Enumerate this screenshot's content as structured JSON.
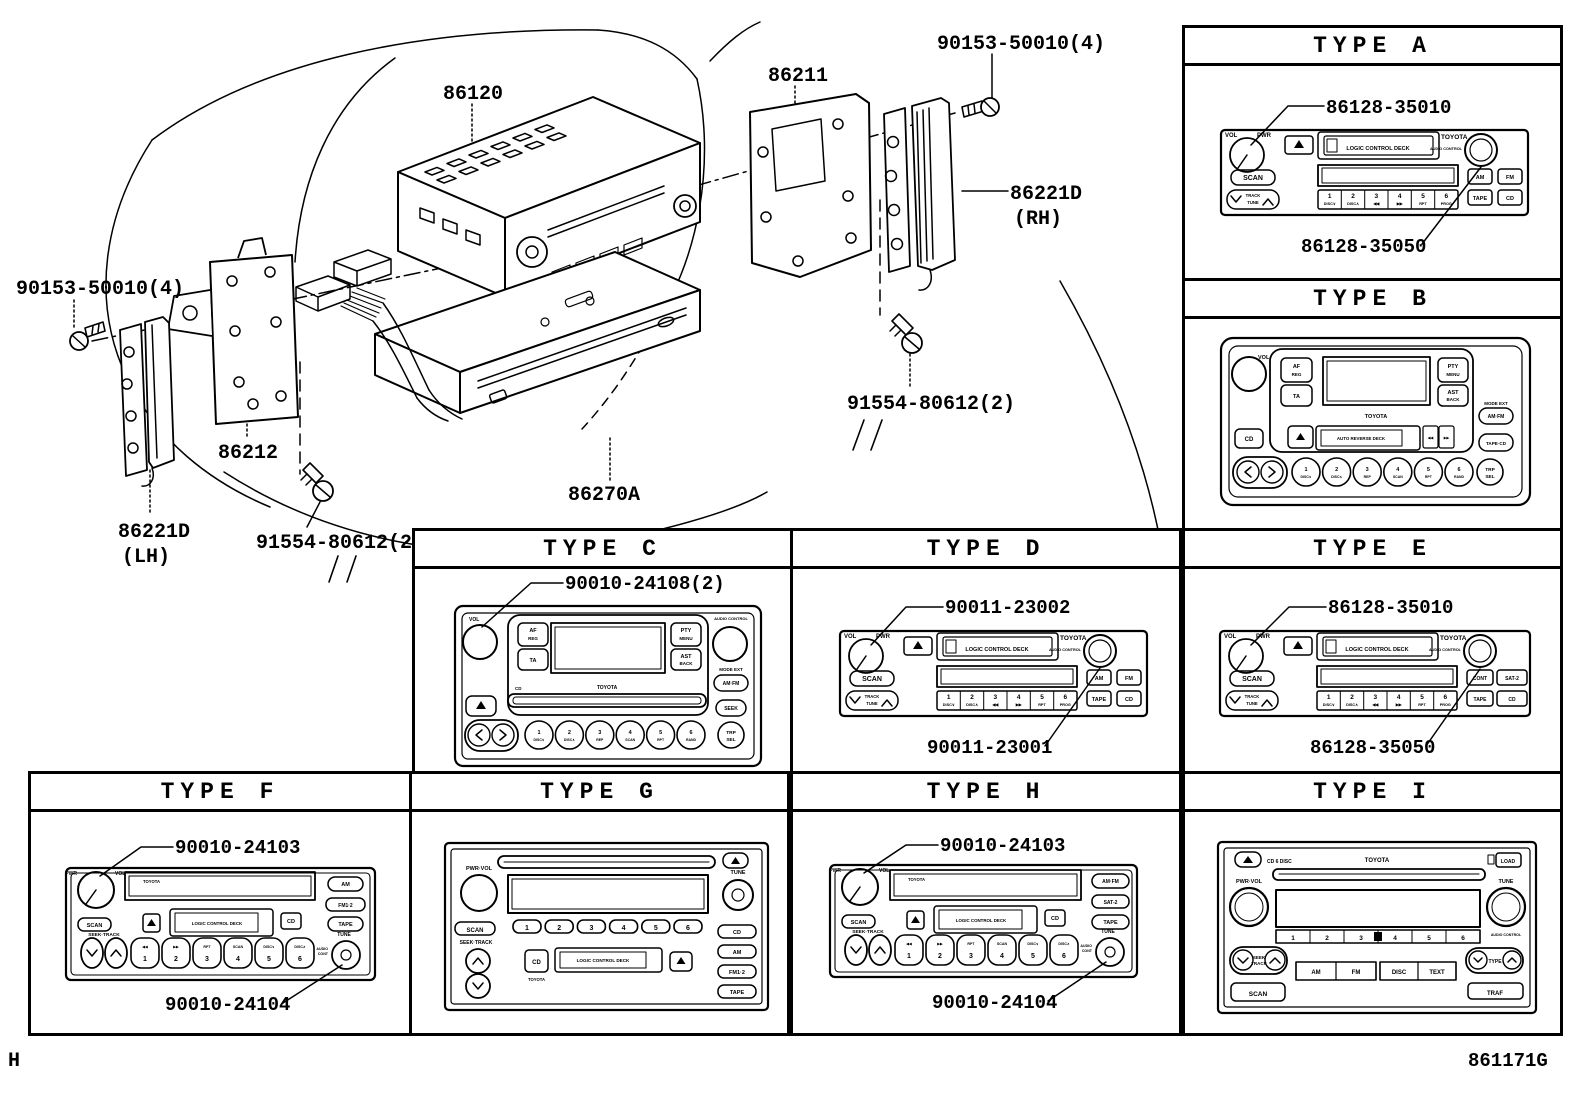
{
  "doc": {
    "sheet_letter": "H",
    "figure_code": "861171G"
  },
  "exploded": {
    "labels": {
      "screw_top_right": "90153-50010(4)",
      "bracket_rh": "86211",
      "radio_unit": "86120",
      "trim_rh": "86221D",
      "trim_rh_side": "(RH)",
      "screw_mid_right": "91554-80612(2)",
      "screw_left": "90153-50010(4)",
      "bracket_lh": "86212",
      "trim_lh": "86221D",
      "trim_lh_side": "(LH)",
      "screw_lower_left": "91554-80612(2)",
      "cd_player": "86270A"
    }
  },
  "panels": {
    "a": {
      "title": "TYPE A",
      "callout_top": "86128-35010",
      "callout_bottom": "86128-35050",
      "face": {
        "vol": "VOL",
        "pwr": "PWR",
        "brand": "TOYOTA",
        "deck": "LOGIC CONTROL DECK",
        "audio": "AUDIO CONTROL",
        "scan": "SCAN",
        "track": "TRACK",
        "tune": "TUNE",
        "presets": [
          "1",
          "2",
          "3",
          "4",
          "5",
          "6"
        ],
        "subs": [
          "DISC∨",
          "DISC∧",
          "◀◀",
          "▶▶",
          "RPT",
          "PROG"
        ],
        "r_buttons": [
          "AM",
          "FM",
          "TAPE",
          "CD"
        ]
      }
    },
    "b": {
      "title": "TYPE B",
      "face": {
        "vol": "VOL",
        "brand": "TOYOTA",
        "af": "AF",
        "reg": "REG",
        "ta": "TA",
        "pty": "PTY",
        "menu": "MENU",
        "ast": "AST",
        "back": "BACK",
        "deck": "AUTO REVERSE DECK",
        "cd": "CD",
        "mode": "MODE EXT",
        "am_fm": "AM·FM",
        "tape_cd": "TAPE·CD",
        "presets": [
          "1",
          "2",
          "3",
          "4",
          "5",
          "6"
        ],
        "subs": [
          "DISC∨",
          "DISC∧",
          "REP",
          "SCAN",
          "RPT",
          "RAND"
        ],
        "trp": "TRP",
        "sel": "SEL"
      }
    },
    "c": {
      "title": "TYPE C",
      "callout_top": "90010-24108(2)",
      "face": {
        "vol": "VOL",
        "brand": "TOYOTA",
        "af": "AF",
        "reg": "REG",
        "ta": "TA",
        "pty": "PTY",
        "menu": "MENU",
        "ast": "AST",
        "back": "BACK",
        "cd": "CD",
        "audio": "AUDIO CONTROL",
        "mode": "MODE EXT",
        "am_fm": "AM·FM",
        "seek": "SEEK",
        "presets": [
          "1",
          "2",
          "3",
          "4",
          "5",
          "6"
        ],
        "subs": [
          "DISC∨",
          "DISC∧",
          "REP",
          "SCAN",
          "RPT",
          "RAND"
        ],
        "trp": "TRP",
        "sel": "SEL"
      }
    },
    "d": {
      "title": "TYPE D",
      "callout_top": "90011-23002",
      "callout_bottom": "90011-23001",
      "face": {
        "vol": "VOL",
        "pwr": "PWR",
        "brand": "TOYOTA",
        "deck": "LOGIC CONTROL DECK",
        "audio": "AUDIO CONTROL",
        "scan": "SCAN",
        "track": "TRACK",
        "tune": "TUNE",
        "presets": [
          "1",
          "2",
          "3",
          "4",
          "5",
          "6"
        ],
        "subs": [
          "DISC∨",
          "DISC∧",
          "◀◀",
          "▶▶",
          "RPT",
          "PROG"
        ],
        "r_buttons": [
          "AM",
          "FM",
          "TAPE",
          "CD"
        ]
      }
    },
    "e": {
      "title": "TYPE E",
      "callout_top": "86128-35010",
      "callout_bottom": "86128-35050",
      "face": {
        "vol": "VOL",
        "pwr": "PWR",
        "brand": "TOYOTA",
        "deck": "LOGIC CONTROL DECK",
        "audio": "AUDIO CONTROL",
        "scan": "SCAN",
        "track": "TRACK",
        "tune": "TUNE",
        "presets": [
          "1",
          "2",
          "3",
          "4",
          "5",
          "6"
        ],
        "subs": [
          "DISC∨",
          "DISC∧",
          "◀◀",
          "▶▶",
          "RPT",
          "PROG"
        ],
        "r_buttons": [
          "CONT",
          "SAT-2",
          "TAPE",
          "CD"
        ]
      }
    },
    "f": {
      "title": "TYPE F",
      "callout_top": "90010-24103",
      "callout_bottom": "90010-24104",
      "face": {
        "pwr": "PWR",
        "vol": "VOL",
        "brand": "TOYOTA",
        "am": "AM",
        "fm": "FM1·2",
        "tape": "TAPE",
        "scan": "SCAN",
        "deck": "LOGIC CONTROL DECK",
        "cd": "CD",
        "seek_track": "SEEK·TRACK",
        "tune": "TUNE",
        "audio": "AUDIO",
        "cont": "CONT",
        "presets": [
          "1",
          "2",
          "3",
          "4",
          "5",
          "6"
        ],
        "subs": [
          "◀◀",
          "▶▶",
          "RPT",
          "SCAN",
          "DISC∨",
          "DISC∧"
        ]
      }
    },
    "g": {
      "title": "TYPE G",
      "face": {
        "pwr_vol": "PWR·VOL",
        "tune": "TUNE",
        "scan": "SCAN",
        "seek_track": "SEEK·TRACK",
        "cd": "CD",
        "brand": "TOYOTA",
        "deck": "LOGIC CONTROL DECK",
        "r_buttons": [
          "CD",
          "AM",
          "FM1·2",
          "TAPE"
        ],
        "presets": [
          "1",
          "2",
          "3",
          "4",
          "5",
          "6"
        ]
      }
    },
    "h": {
      "title": "TYPE H",
      "callout_top": "90010-24103",
      "callout_bottom": "90010-24104",
      "face": {
        "pwr": "PWR",
        "vol": "VOL",
        "brand": "TOYOTA",
        "am_fm": "AM·FM",
        "sat": "SAT-2",
        "tape": "TAPE",
        "scan": "SCAN",
        "deck": "LOGIC CONTROL DECK",
        "cd": "CD",
        "seek_track": "SEEK·TRACK",
        "tune": "TUNE",
        "audio": "AUDIO",
        "cont": "CONT",
        "presets": [
          "1",
          "2",
          "3",
          "4",
          "5",
          "6"
        ],
        "subs": [
          "◀◀",
          "▶▶",
          "RPT",
          "SCAN",
          "DISC∨",
          "DISC∧"
        ]
      }
    },
    "i": {
      "title": "TYPE I",
      "face": {
        "disc": "CD 6 DISC",
        "brand": "TOYOTA",
        "load": "LOAD",
        "pwr_vol": "PWR·VOL",
        "tune": "TUNE",
        "audio": "AUDIO CONTROL",
        "seek": "SEEK",
        "track": "TRACK",
        "scan": "SCAN",
        "buttons": [
          "AM",
          "FM",
          "DISC",
          "TEXT"
        ],
        "type": "TYPE",
        "traf": "TRAF",
        "presets": [
          "1",
          "2",
          "3",
          "4",
          "5",
          "6"
        ]
      }
    }
  }
}
